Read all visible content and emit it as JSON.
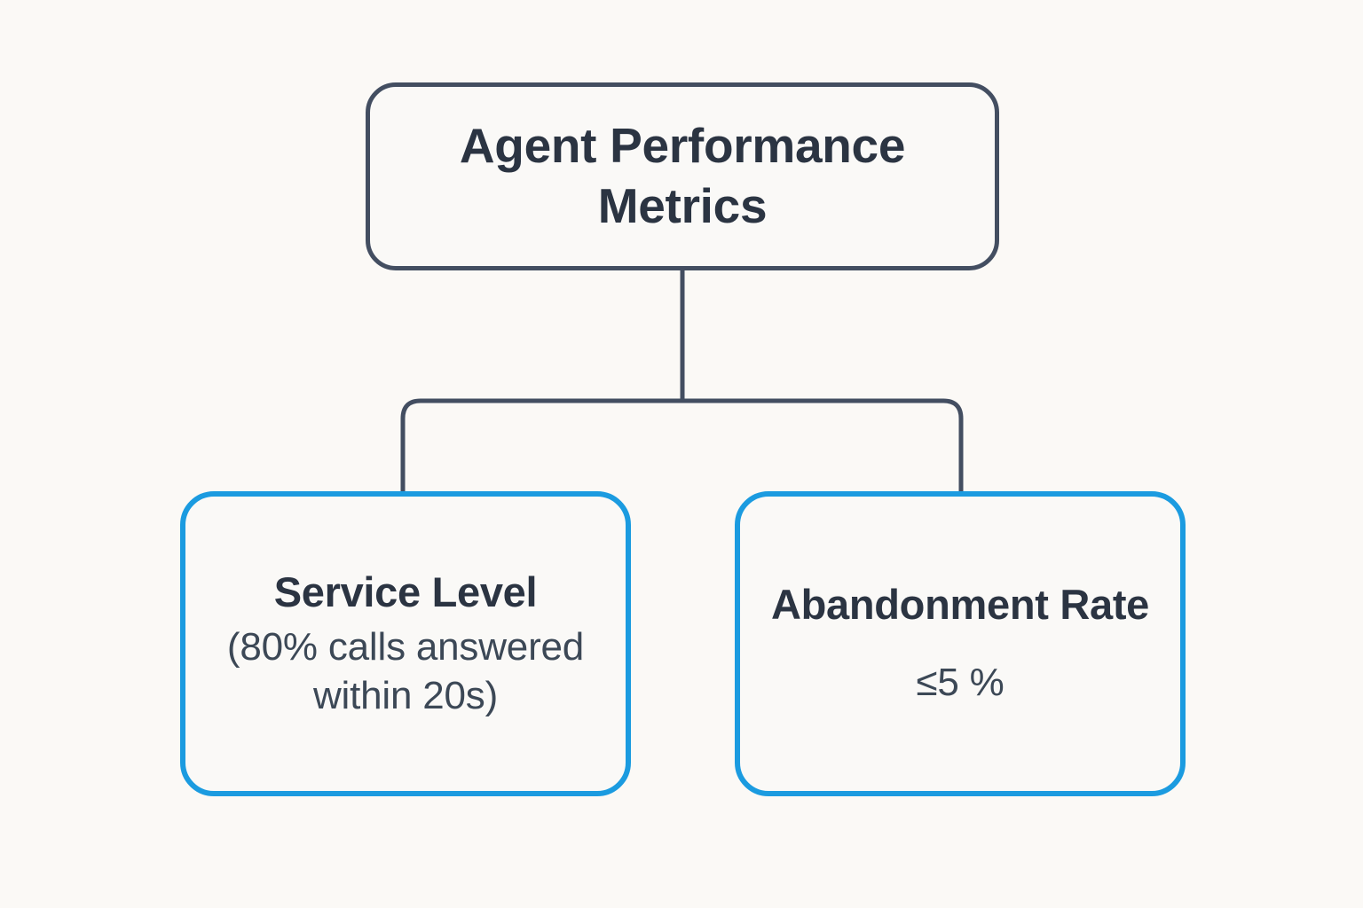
{
  "diagram": {
    "type": "hierarchy-tree",
    "background_color": "#fbf9f6",
    "node_fill_color": "#faf9f7",
    "root_stroke_color": "#434e61",
    "child_stroke_color": "#1b9be0",
    "connector_color": "#434e61",
    "title_text_color": "#2b3442",
    "detail_text_color": "#3c4856",
    "root": {
      "title": "Agent Performance Metrics",
      "detail": ""
    },
    "children": [
      {
        "id": "service-level",
        "title": "Service Level",
        "detail": "(80% calls answered within 20s)"
      },
      {
        "id": "abandonment-rate",
        "title": "Abandonment Rate",
        "detail": "≤5 %"
      }
    ],
    "edges": [
      {
        "from": "root",
        "to": "service-level"
      },
      {
        "from": "root",
        "to": "abandonment-rate"
      }
    ]
  }
}
